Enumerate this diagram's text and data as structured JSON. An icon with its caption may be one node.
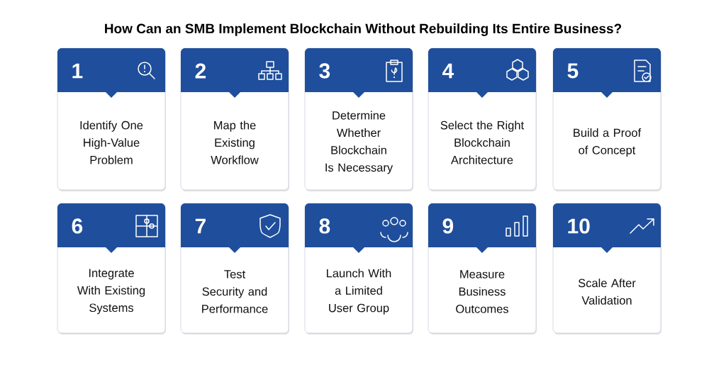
{
  "diagram": {
    "title": "How Can an SMB Implement Blockchain Without Rebuilding Its Entire Business?",
    "nodes": [
      {
        "text": [
          "1",
          "Identify One High-Value Problem"
        ]
      },
      {
        "text": [
          "2",
          "Map the Existing Workflow"
        ]
      },
      {
        "text": [
          "3",
          "Determine Whether Blockchain Is Necessary"
        ]
      },
      {
        "text": [
          "4",
          "Select the Right Blockchain Architecture"
        ]
      },
      {
        "text": [
          "5",
          "Build a Proof of Concept"
        ]
      },
      {
        "text": [
          "6",
          "Integrate With Existing Systems"
        ]
      },
      {
        "text": [
          "7",
          "Test Security and Performance"
        ]
      },
      {
        "text": [
          "8",
          "Launch With a Limited User Group"
        ]
      },
      {
        "text": [
          "9",
          "Measure Business Outcomes"
        ]
      },
      {
        "text": [
          "10",
          "Scale After Validation"
        ]
      }
    ]
  }
}
